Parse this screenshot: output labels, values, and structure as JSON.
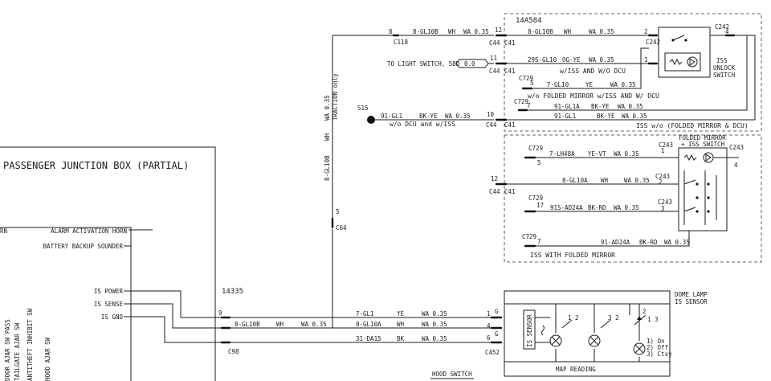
{
  "junction_box": {
    "title": "PASSENGER JUNCTION BOX (PARTIAL)",
    "labels": {
      "alarm_horn": "ALARM ACTIVATION HORN",
      "battery_sounder": "BATTERY BACKUP SOUNDER",
      "is_power": "IS POWER",
      "is_sense": "IS SENSE",
      "is_gnd": "IS GND",
      "horn_partial": "RN"
    },
    "vertical_labels": [
      "DOOR AJAR SW PASS",
      "TAILGATE AJAR SW",
      "ANTITHEFT INHIBIT SW",
      "HOOD AJAR SW"
    ]
  },
  "harness_14335": "14335",
  "harness_14a584": "14A584",
  "splice_s15": "S15",
  "light_switch": {
    "label": "TO LIGHT SWITCH, 58D",
    "value": "0.0"
  },
  "vertical_wire": {
    "top": "WA 0.35",
    "sub": "TRACTION only",
    "mid": "WH",
    "low": "8-GL10B"
  },
  "connectors": {
    "c118": "C118",
    "c44": "C44",
    "c41": "C41",
    "c64": "C64",
    "c98": "C98",
    "c729": "C729",
    "c452": "C452",
    "c242": "C242",
    "c243": "C243"
  },
  "pins": {
    "p8": "8",
    "p12": "12",
    "p11": "11",
    "p5": "5",
    "p7": "7",
    "p10": "10",
    "p17": "17",
    "p9": "9",
    "p3": "3",
    "p1": "1",
    "p2": "2",
    "p4": "4",
    "p6": "6",
    "p22": "2",
    "g": "G"
  },
  "wires": {
    "w1a": "8-GL10B",
    "w1b": "WH",
    "w1c": "WA 0.35",
    "w2a": "8-GL10B",
    "w2b": "WH",
    "w2c": "WA 0.35",
    "w3a": "29S-GL10",
    "w3b": "OG-YE",
    "w3c": "WA 0.35",
    "w3note": "w/ISS AND W/O DCU",
    "w4a": "7-GL10",
    "w4b": "YE",
    "w4c": "WA 0.35",
    "w4note": "w/o FOLDED MIRROR  w/ISS AND W/  DCU",
    "w5a": "91-GL1A",
    "w5b": "BK-YE",
    "w5c": "WA 0.35",
    "w6a": "91-GL1",
    "w6b": "BK-YE",
    "w6c": "WA 0.35",
    "w7a": "91-GL1",
    "w7b": "BK-YE",
    "w7c": "WA 0.35",
    "w7note": "w/o DCU  and w/ISS",
    "iss_note_top": "ISS w/o (FOLDED MIRROR & DCU)",
    "w8a": "7-LH48A",
    "w8b": "YE-VT",
    "w8c": "WA 0.35",
    "w9a": "8-GL10A",
    "w9b": "WH",
    "w9c": "WA 0.35",
    "w10a": "91S-AD24A",
    "w10b": "BK-RD",
    "w10c": "WA 0.35",
    "w11a": "91-AD24A",
    "w11b": "BK-RD",
    "w11c": "WA 0.35",
    "iss_note_bottom": "ISS WITH FOLDED MIRROR",
    "w12a": "8-GL10B",
    "w12b": "WH",
    "w12c": "WA 0.35",
    "w13a": "7-GL1",
    "w13b": "YE",
    "w13c": "WA 0.35",
    "w14a": "8-GL10A",
    "w14b": "WH",
    "w14c": "WA 0.35",
    "w15a": "31-DA15",
    "w15b": "BK",
    "w15c": "WA 0.35"
  },
  "iss_unlock_switch": "ISS\nUNLOCK\nSWITCH",
  "iss_unlock_lines": [
    "ISS",
    "UNLOCK",
    "SWITCH"
  ],
  "folded_mirror_lines": [
    "FOLDED MIRROR",
    "+ ISS SWITCH"
  ],
  "dome_lamp": {
    "title_lines": [
      "DOME LAMP",
      "IS SENSOR"
    ],
    "is_sensor": "IS SENSOR",
    "map_reading": "MAP READING",
    "legend": [
      "1) On",
      "2) Off",
      "3) Ctsy"
    ],
    "sw_a": "1 2",
    "sw_b": "3 2",
    "sw_c": "1 3",
    "sw_c2": "2"
  },
  "hood_switch": "HOOD SWITCH"
}
